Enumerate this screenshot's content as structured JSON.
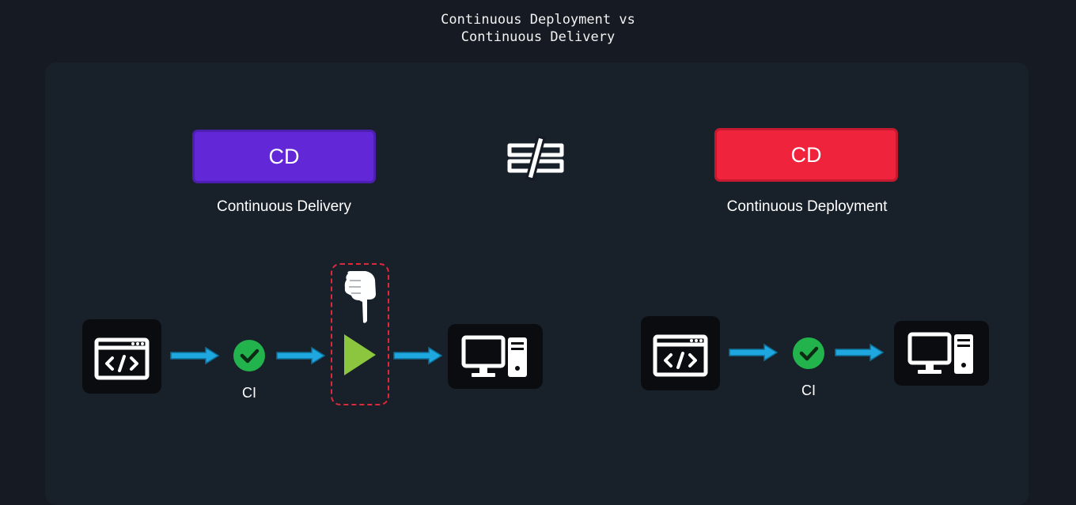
{
  "title": {
    "line1": "Continuous Deployment vs",
    "line2": "Continuous Delivery"
  },
  "left": {
    "badge": "CD",
    "caption": "Continuous Delivery",
    "badge_color": "#6228d7",
    "ci_label": "CI"
  },
  "right": {
    "badge": "CD",
    "caption": "Continuous Deployment",
    "badge_color": "#ef233c",
    "ci_label": "CI"
  },
  "colors": {
    "arrow": "#1fa8e0",
    "check": "#22b34c",
    "play": "#8cc63f",
    "gate_border": "#e0283a"
  },
  "icons": [
    "code-window-icon",
    "arrow-right-icon",
    "check-circle-icon",
    "hand-pointer-icon",
    "play-icon",
    "desktop-computer-icon",
    "not-equal-icon"
  ]
}
